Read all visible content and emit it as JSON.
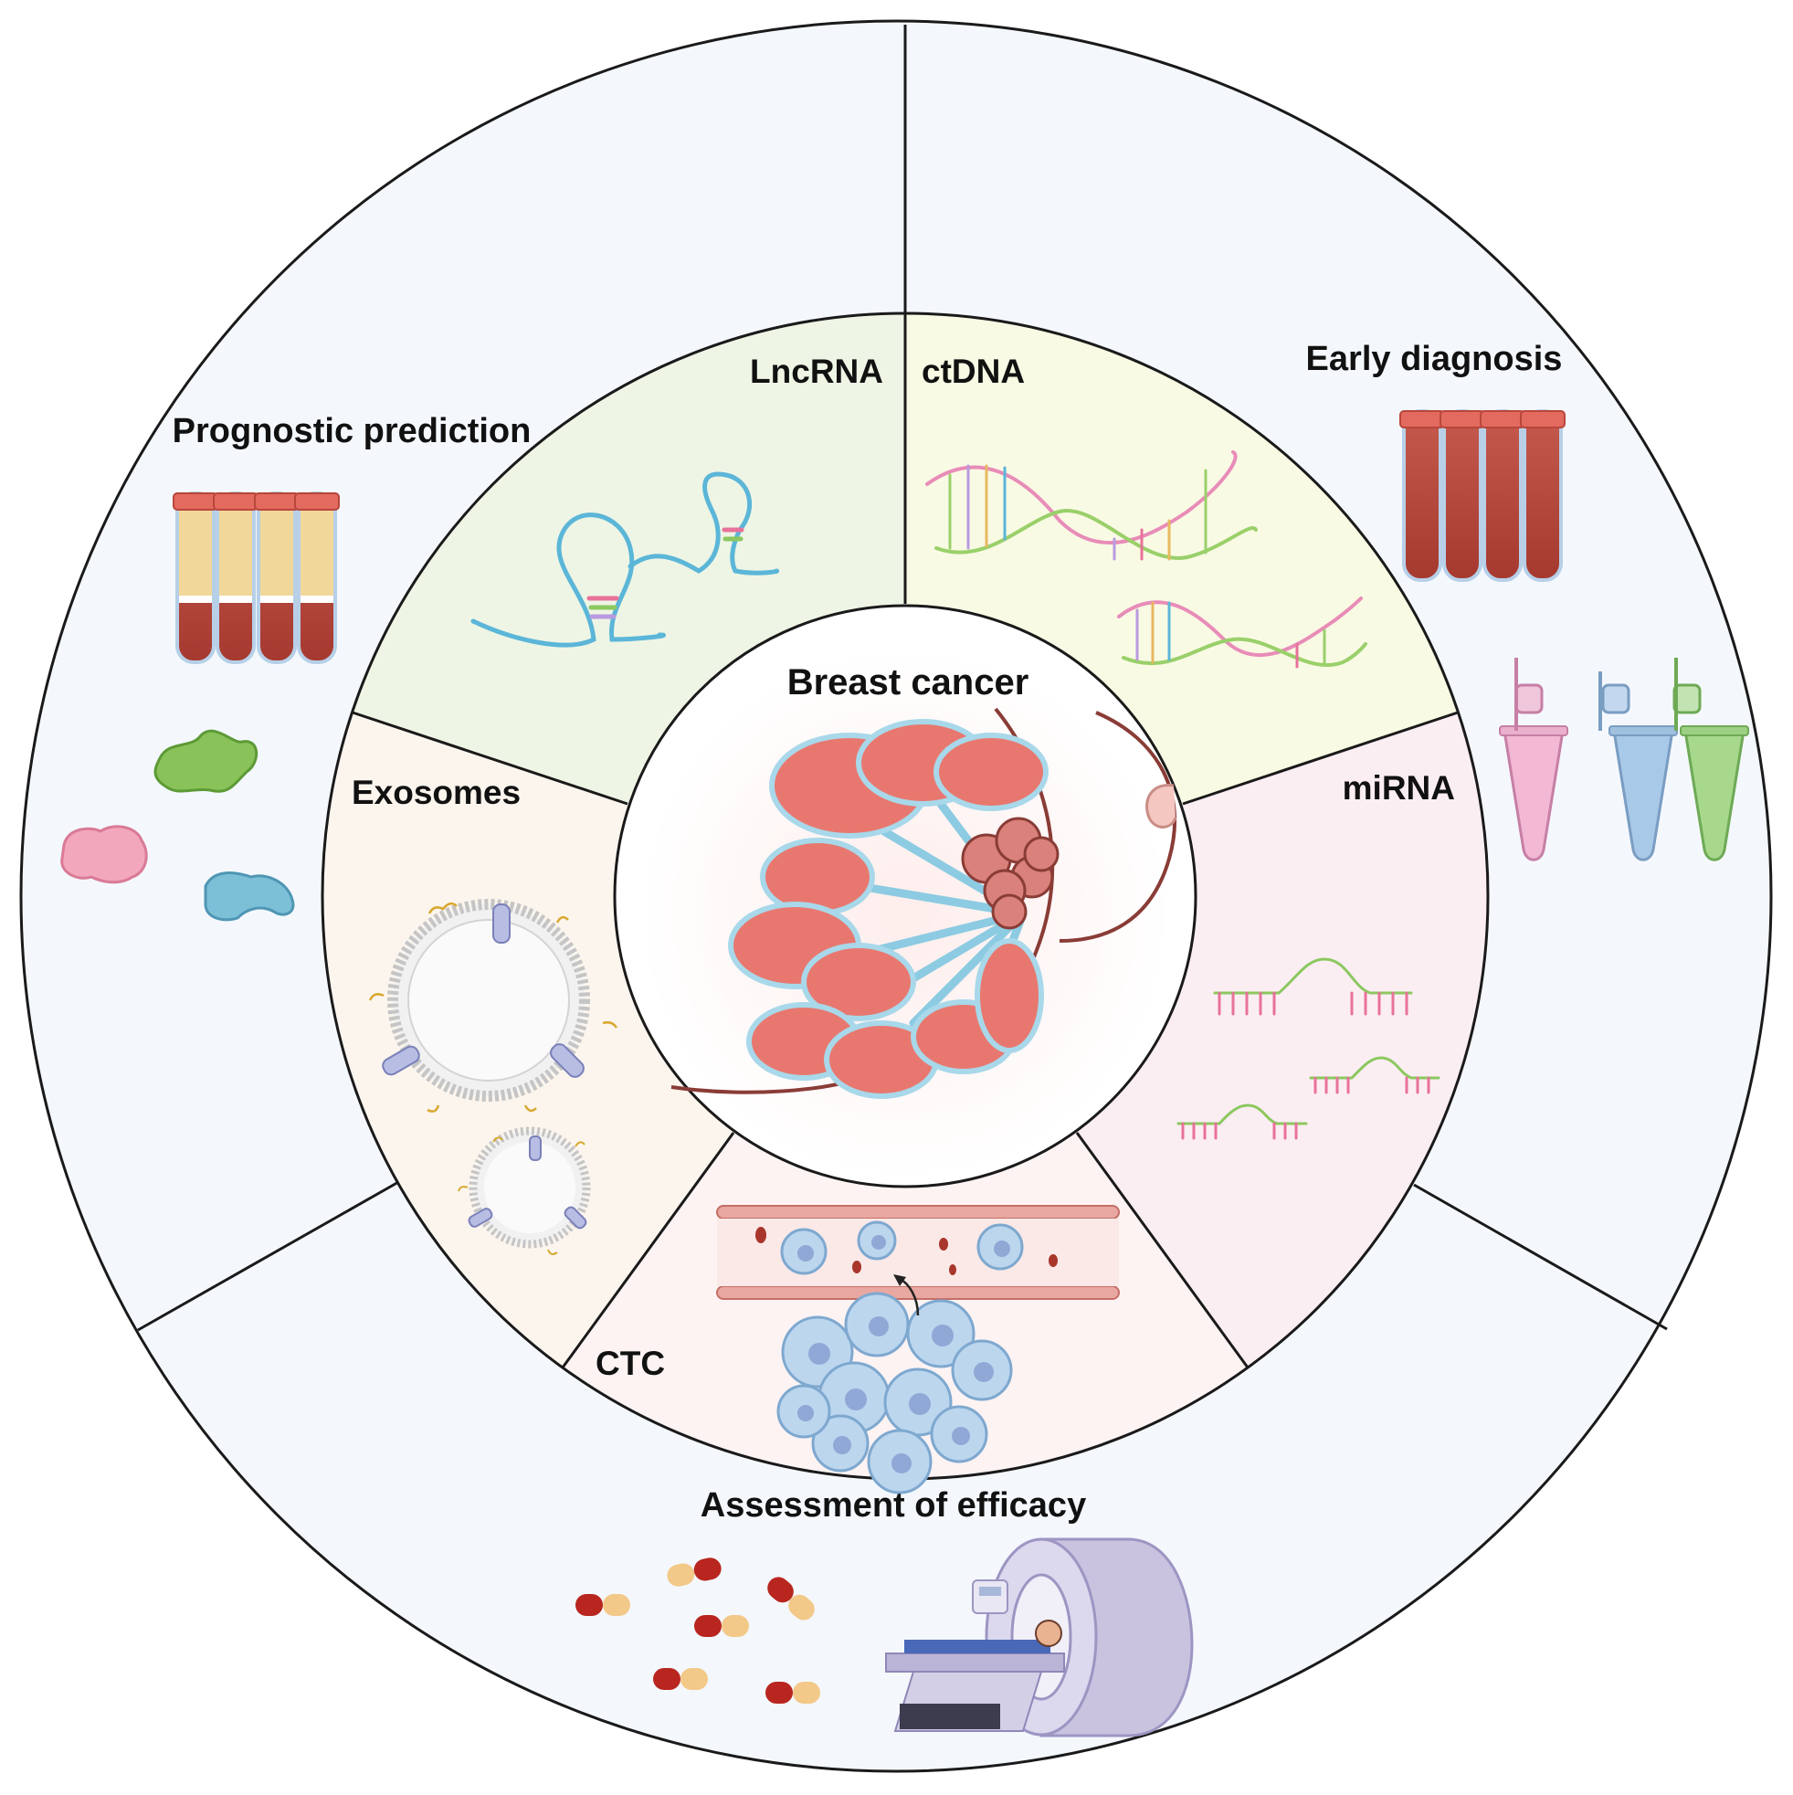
{
  "center": {
    "title": "Breast cancer"
  },
  "inner_ring": {
    "lncrna": "LncRNA",
    "ctdna": "ctDNA",
    "mirna": "miRNA",
    "ctc": "CTC",
    "exosomes": "Exosomes"
  },
  "outer_ring": {
    "prognostic": "Prognostic prediction",
    "early": "Early diagnosis",
    "efficacy": "Assessment of efficacy"
  },
  "colors": {
    "outer_fill": "#f4f8fd",
    "lncrna_fill": "#eef5e5",
    "ctdna_fill": "#f9fae4",
    "mirna_fill": "#fbeef2",
    "ctc_fill": "#fdf3f3",
    "exosomes_fill": "#fbf5ee",
    "tissue": "#e8786f",
    "duct": "#a8d8ea",
    "blood": "#b84a3e"
  }
}
